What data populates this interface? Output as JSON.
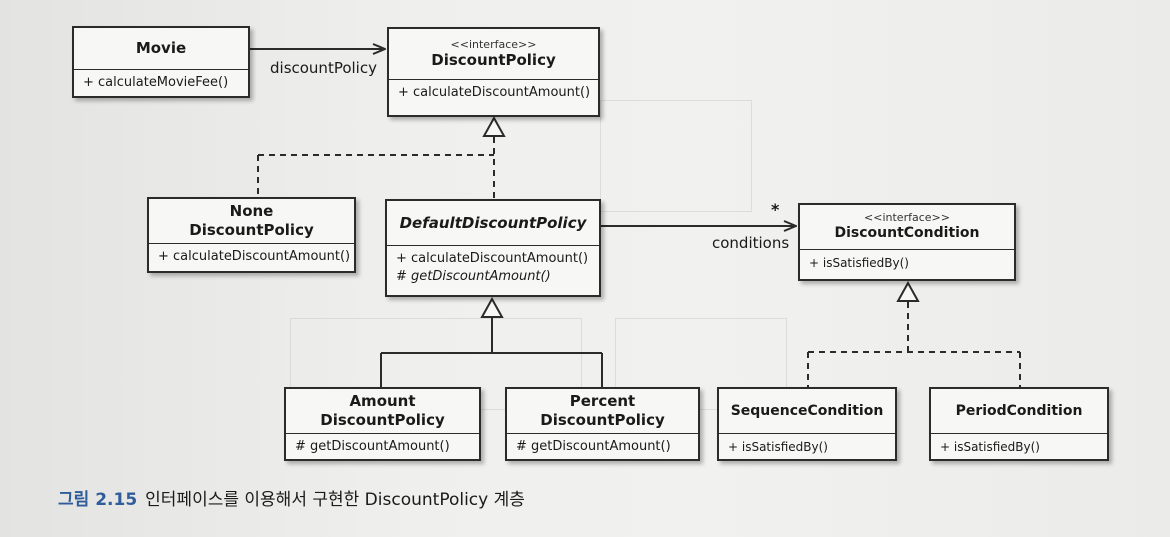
{
  "diagram": {
    "classes": {
      "movie": {
        "name": "Movie",
        "operations": [
          "+ calculateMovieFee()"
        ]
      },
      "discount_policy": {
        "stereotype": "<<interface>>",
        "name": "DiscountPolicy",
        "operations": [
          "+ calculateDiscountAmount()"
        ]
      },
      "none_discount_policy": {
        "name_line1": "None",
        "name_line2": "DiscountPolicy",
        "operations": [
          "+ calculateDiscountAmount()"
        ]
      },
      "default_discount_policy": {
        "name": "DefaultDiscountPolicy",
        "operations": [
          "+ calculateDiscountAmount()",
          "# getDiscountAmount()"
        ]
      },
      "discount_condition": {
        "stereotype": "<<interface>>",
        "name": "DiscountCondition",
        "operations": [
          "+ isSatisfiedBy()"
        ]
      },
      "amount_discount_policy": {
        "name_line1": "Amount",
        "name_line2": "DiscountPolicy",
        "operations": [
          "# getDiscountAmount()"
        ]
      },
      "percent_discount_policy": {
        "name_line1": "Percent",
        "name_line2": "DiscountPolicy",
        "operations": [
          "# getDiscountAmount()"
        ]
      },
      "sequence_condition": {
        "name": "SequenceCondition",
        "operations": [
          "+ isSatisfiedBy()"
        ]
      },
      "period_condition": {
        "name": "PeriodCondition",
        "operations": [
          "+ isSatisfiedBy()"
        ]
      }
    },
    "associations": {
      "discount_policy_label": "discountPolicy",
      "conditions_label": "conditions",
      "conditions_multiplicity": "*"
    }
  },
  "caption": {
    "number": "그림 2.15",
    "text": "인터페이스를 이용해서 구현한 DiscountPolicy 계층"
  }
}
